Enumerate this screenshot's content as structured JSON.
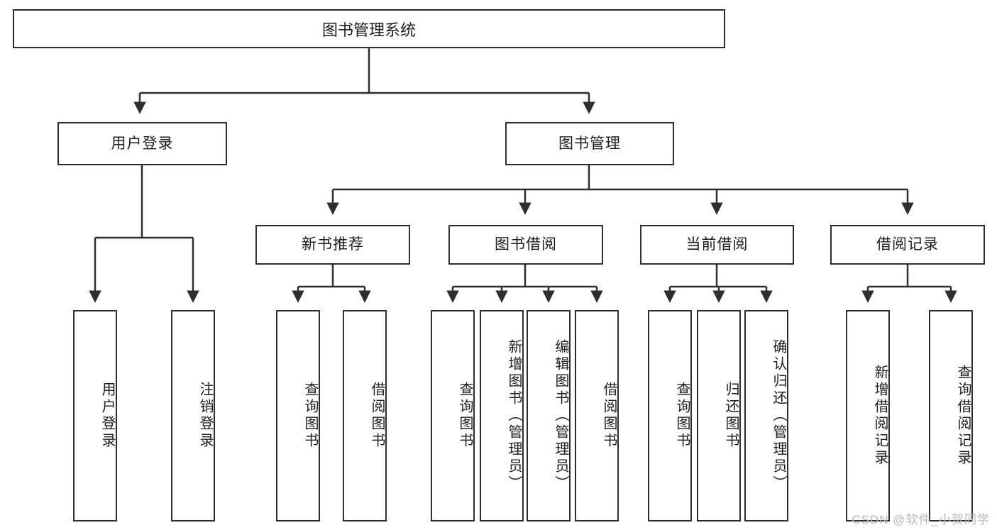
{
  "diagram": {
    "title_box": {
      "label": "图书管理系统"
    },
    "level1": [
      {
        "label": "用户登录"
      },
      {
        "label": "图书管理"
      }
    ],
    "level2": [
      {
        "label": "新书推荐"
      },
      {
        "label": "图书借阅"
      },
      {
        "label": "当前借阅"
      },
      {
        "label": "借阅记录"
      }
    ],
    "leaves": {
      "user_login": [
        {
          "label": "用户登录"
        },
        {
          "label": "注销登录"
        }
      ],
      "new_book_recommend": [
        {
          "label": "查询图书"
        },
        {
          "label": "借阅图书"
        }
      ],
      "book_borrow": [
        {
          "label": "查询图书"
        },
        {
          "label": "新增图书（管理员）"
        },
        {
          "label": "编辑图书（管理员）"
        },
        {
          "label": "借阅图书"
        }
      ],
      "current_borrow": [
        {
          "label": "查询图书"
        },
        {
          "label": "归还图书"
        },
        {
          "label": "确认归还（管理员）"
        }
      ],
      "borrow_record": [
        {
          "label": "新增借阅记录"
        },
        {
          "label": "查询借阅记录"
        }
      ]
    }
  },
  "watermark": {
    "text": "CSDN @软件_小贺同学"
  },
  "colors": {
    "stroke": "#2e2e2e",
    "background": "#ffffff",
    "text": "#1d1d1d",
    "watermark": "#b9b9b9"
  }
}
